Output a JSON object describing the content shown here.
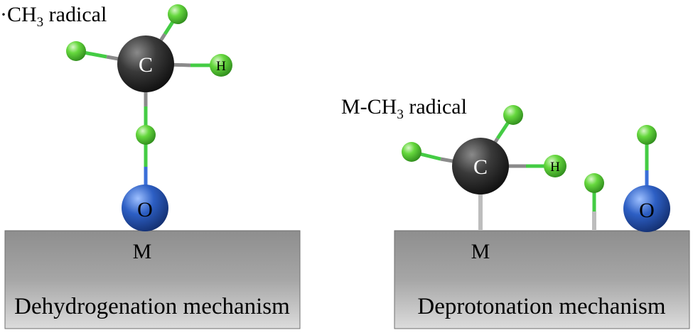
{
  "panels": [
    {
      "mechanism_label": "Dehydrogenation mechanism",
      "radical_prefix": "·CH",
      "radical_sub": "3",
      "radical_suffix": " radical",
      "surface_label": "M",
      "carbon_label": "C",
      "h_label": "H",
      "oxygen_label": "O"
    },
    {
      "mechanism_label": "Deprotonation mechanism",
      "radical_prefix": "M-CH",
      "radical_sub": "3",
      "radical_suffix": " radical",
      "surface_label": "M",
      "carbon_label": "C",
      "h_label": "H",
      "oxygen_label": "O"
    }
  ],
  "colors": {
    "carbon": "#2e2e2e",
    "hydrogen": "#55cc33",
    "oxygen": "#2a56b8",
    "surface": "#999999",
    "bond_gray": "#8a8a8a",
    "bond_green": "#44cc44"
  }
}
